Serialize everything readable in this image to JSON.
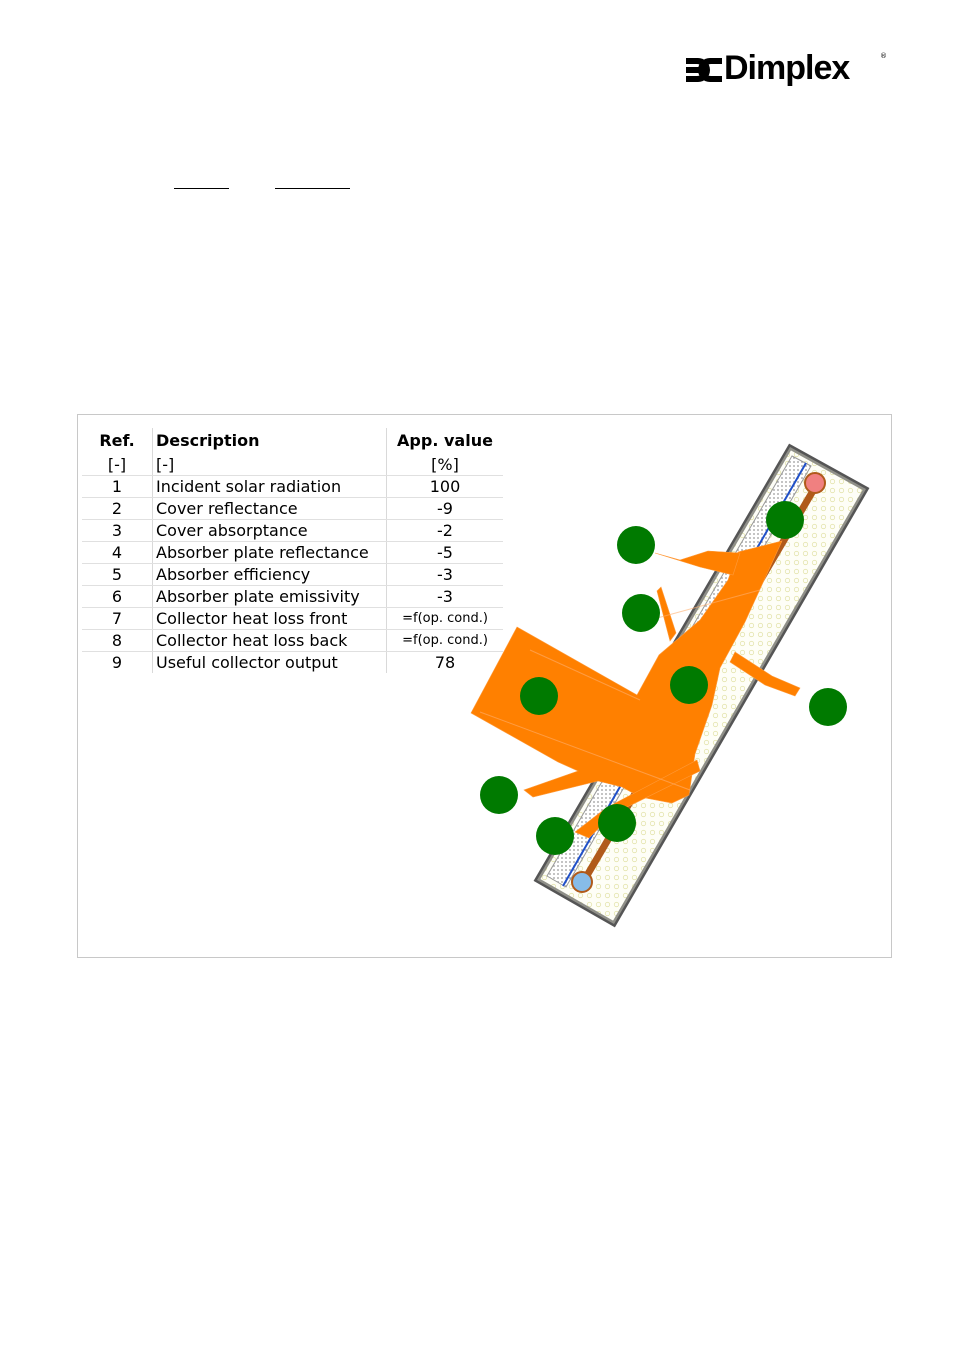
{
  "logo": {
    "text": "Dimplex",
    "mark": "®"
  },
  "table": {
    "headers": {
      "ref": "Ref.",
      "description": "Description",
      "value": "App. value"
    },
    "units": {
      "ref": "[-]",
      "description": "[-]",
      "value": "[%]"
    },
    "rows": [
      {
        "ref": "1",
        "description": "Incident solar radiation",
        "value": "100"
      },
      {
        "ref": "2",
        "description": "Cover reflectance",
        "value": "-9"
      },
      {
        "ref": "3",
        "description": "Cover absorptance",
        "value": "-2"
      },
      {
        "ref": "4",
        "description": "Absorber plate reflectance",
        "value": "-5"
      },
      {
        "ref": "5",
        "description": "Absorber efficiency",
        "value": "-3"
      },
      {
        "ref": "6",
        "description": "Absorber plate emissivity",
        "value": "-3"
      },
      {
        "ref": "7",
        "description": "Collector heat loss front",
        "value": "=f(op. cond.)"
      },
      {
        "ref": "8",
        "description": "Collector heat loss back",
        "value": "=f(op. cond.)"
      },
      {
        "ref": "9",
        "description": "Useful collector output",
        "value": "78"
      }
    ]
  },
  "colors": {
    "energy_flow": "#ff8000",
    "marker": "#007a00",
    "pipe": "#b05a1a",
    "hot_port": "#f08080",
    "cold_port": "#87bce8",
    "casing": "#555555",
    "insulation": "#fdfde8"
  }
}
